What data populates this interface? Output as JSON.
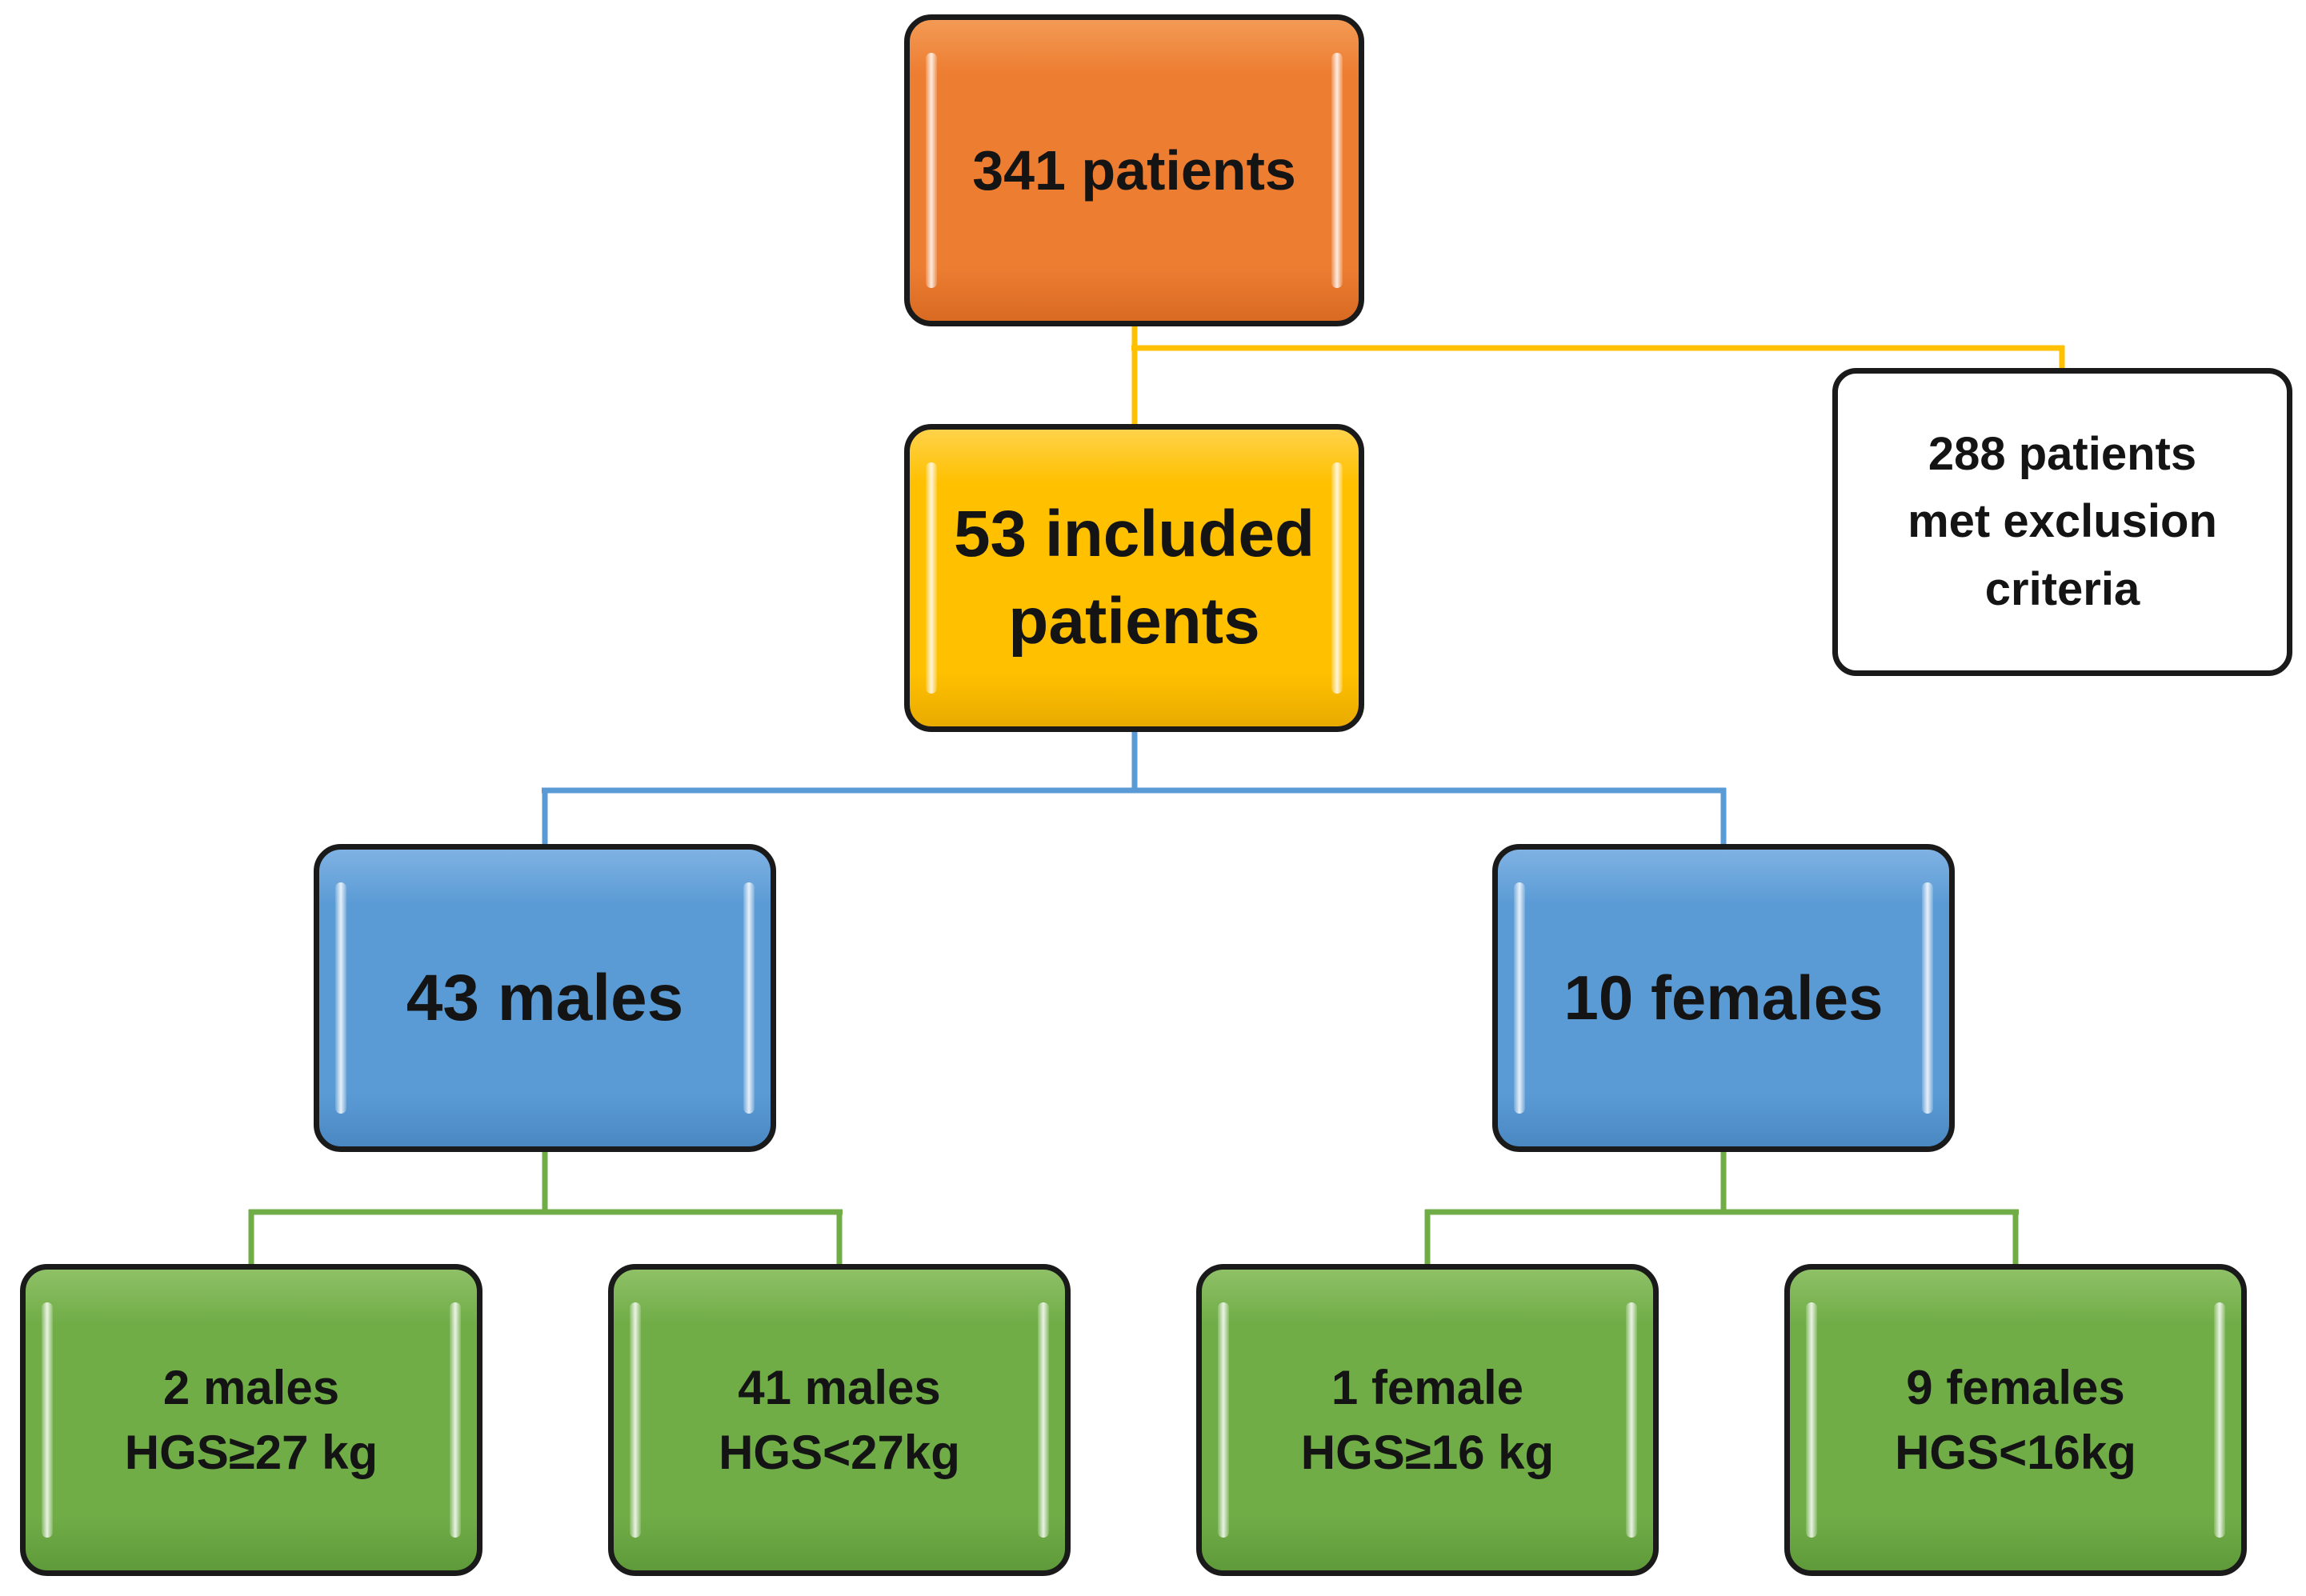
{
  "colors": {
    "orange": "#ED7D31",
    "yellow": "#FFC000",
    "blue": "#5B9BD5",
    "green": "#70AD47",
    "white": "#FFFFFF",
    "connector_top": "#FFC000",
    "connector_mid": "#5B9BD5",
    "connector_bottom": "#70AD47"
  },
  "nodes": {
    "total": {
      "label": "341 patients"
    },
    "excluded": {
      "label": "288  patients\nmet exclusion\ncriteria"
    },
    "included": {
      "label": "53 included\npatients"
    },
    "males": {
      "label": "43 males"
    },
    "females": {
      "label": "10 females"
    },
    "males_high": {
      "label": "2 males\nHGS≥27 kg"
    },
    "males_low": {
      "label": "41 males\nHGS<27kg"
    },
    "females_high": {
      "label": "1 female\nHGS≥16 kg"
    },
    "females_low": {
      "label": "9 females\nHGS<16kg"
    }
  }
}
